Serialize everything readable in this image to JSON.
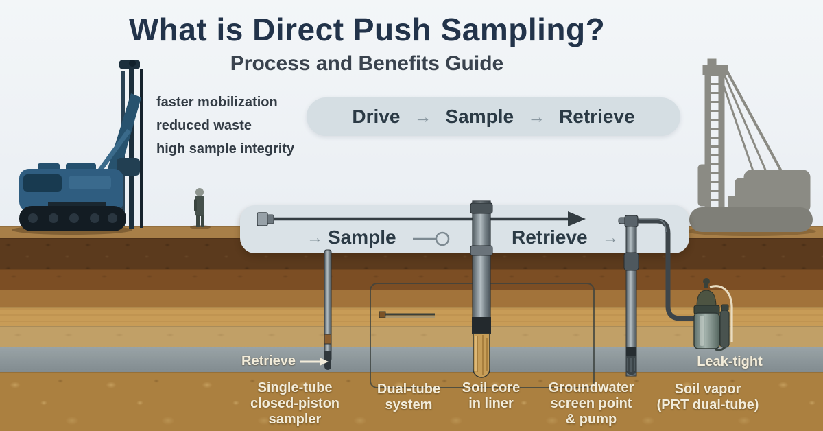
{
  "header": {
    "title": "What is Direct Push Sampling?",
    "subtitle": "Process and Benefits Guide"
  },
  "benefits": [
    "faster mobilization",
    "reduced waste",
    "high sample integrity"
  ],
  "process_bar": {
    "steps": [
      "Drive",
      "Sample",
      "Retrieve"
    ],
    "arrow_glyph": "→"
  },
  "flow_bar": {
    "pre_arrow": "→",
    "sample_label": "Sample",
    "retrieve_label": "Retrieve",
    "post_arrow": "→"
  },
  "labels": {
    "retrieve_pointer": "Retrieve",
    "single_tube": "Single-tube\nclosed-piston\nsampler",
    "dual_tube": "Dual-tube\nsystem",
    "soil_core": "Soil core\nin liner",
    "groundwater": "Groundwater\nscreen point\n& pump",
    "leak_tight": "Leak-tight",
    "soil_vapor": "Soil vapor\n(PRT dual-tube)"
  },
  "colors": {
    "title": "#22334a",
    "subtitle": "#3a434e",
    "pill_bg": "#d5dee3",
    "pill_text": "#2b3a45",
    "arrow_gray": "#8a98a1",
    "flow_bar_bg": "#dae2e7",
    "label_cream": "#f2ecda",
    "rig_left_blue": "#2f5d80",
    "rig_right_gray": "#8b8b84",
    "water_band": "#8d989c",
    "soil_dark_brown": "#5b3a1d",
    "soil_pebble": "#ab8040"
  }
}
